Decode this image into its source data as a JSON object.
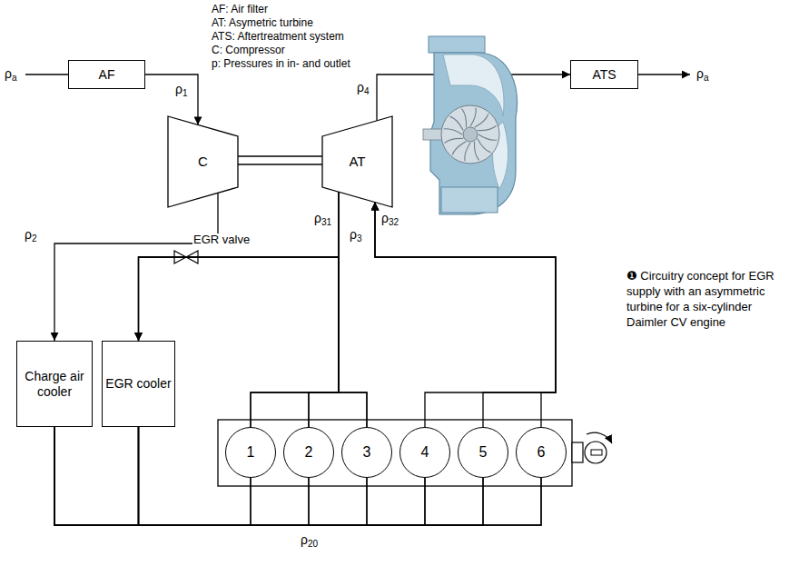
{
  "diagram": {
    "caption": "❶ Circuitry concept for EGR supply with an asymmetric turbine for a six-cylinder Daimler CV engine",
    "nodes": [
      {
        "text": [
          "AF"
        ]
      },
      {
        "text": [
          "C"
        ]
      },
      {
        "text": [
          "AT"
        ]
      },
      {
        "text": [
          "ATS"
        ]
      },
      {
        "text": [
          "Charge air cooler"
        ]
      },
      {
        "text": [
          "EGR cooler"
        ]
      },
      {
        "text": [
          "1"
        ]
      },
      {
        "text": [
          "2"
        ]
      },
      {
        "text": [
          "3"
        ]
      },
      {
        "text": [
          "4"
        ]
      },
      {
        "text": [
          "5"
        ]
      },
      {
        "text": [
          "6"
        ]
      }
    ],
    "edges": [
      {
        "from": 0,
        "to": 1,
        "arrow": "to"
      },
      {
        "from": 1,
        "to": 4,
        "arrow": "to"
      },
      {
        "from": 2,
        "to": 3,
        "arrow": "to"
      },
      {
        "from": 6,
        "to": 2,
        "arrow": "none"
      },
      {
        "from": 7,
        "to": 2,
        "arrow": "none"
      },
      {
        "from": 8,
        "to": 2,
        "arrow": "none"
      },
      {
        "from": 9,
        "to": 2,
        "arrow": "to"
      },
      {
        "from": 10,
        "to": 2,
        "arrow": "to"
      },
      {
        "from": 11,
        "to": 2,
        "arrow": "to"
      },
      {
        "from": 6,
        "to": 5,
        "arrow": "to"
      },
      {
        "from": 7,
        "to": 5,
        "arrow": "to"
      },
      {
        "from": 8,
        "to": 5,
        "arrow": "to"
      },
      {
        "from": 4,
        "to": 6,
        "arrow": "none"
      },
      {
        "from": 4,
        "to": 7,
        "arrow": "none"
      },
      {
        "from": 4,
        "to": 8,
        "arrow": "none"
      },
      {
        "from": 4,
        "to": 9,
        "arrow": "none"
      },
      {
        "from": 4,
        "to": 10,
        "arrow": "none"
      },
      {
        "from": 4,
        "to": 11,
        "arrow": "none"
      },
      {
        "from": 5,
        "to": 6,
        "arrow": "none"
      },
      {
        "from": 5,
        "to": 7,
        "arrow": "none"
      },
      {
        "from": 5,
        "to": 8,
        "arrow": "none"
      },
      {
        "from": 5,
        "to": 9,
        "arrow": "none"
      },
      {
        "from": 5,
        "to": 10,
        "arrow": "none"
      },
      {
        "from": 5,
        "to": 11,
        "arrow": "none"
      }
    ],
    "labels": [
      "AF: Air filter",
      "AT: Asymetric turbine",
      "ATS: Aftertreatment system",
      "C: Compressor",
      "p: Pressures in in- and outlet",
      "ρa",
      "ρ1",
      "ρ4",
      "ρa",
      "ρ31",
      "ρ32",
      "ρ3",
      "ρ2",
      "EGR valve",
      "ρ20"
    ]
  }
}
